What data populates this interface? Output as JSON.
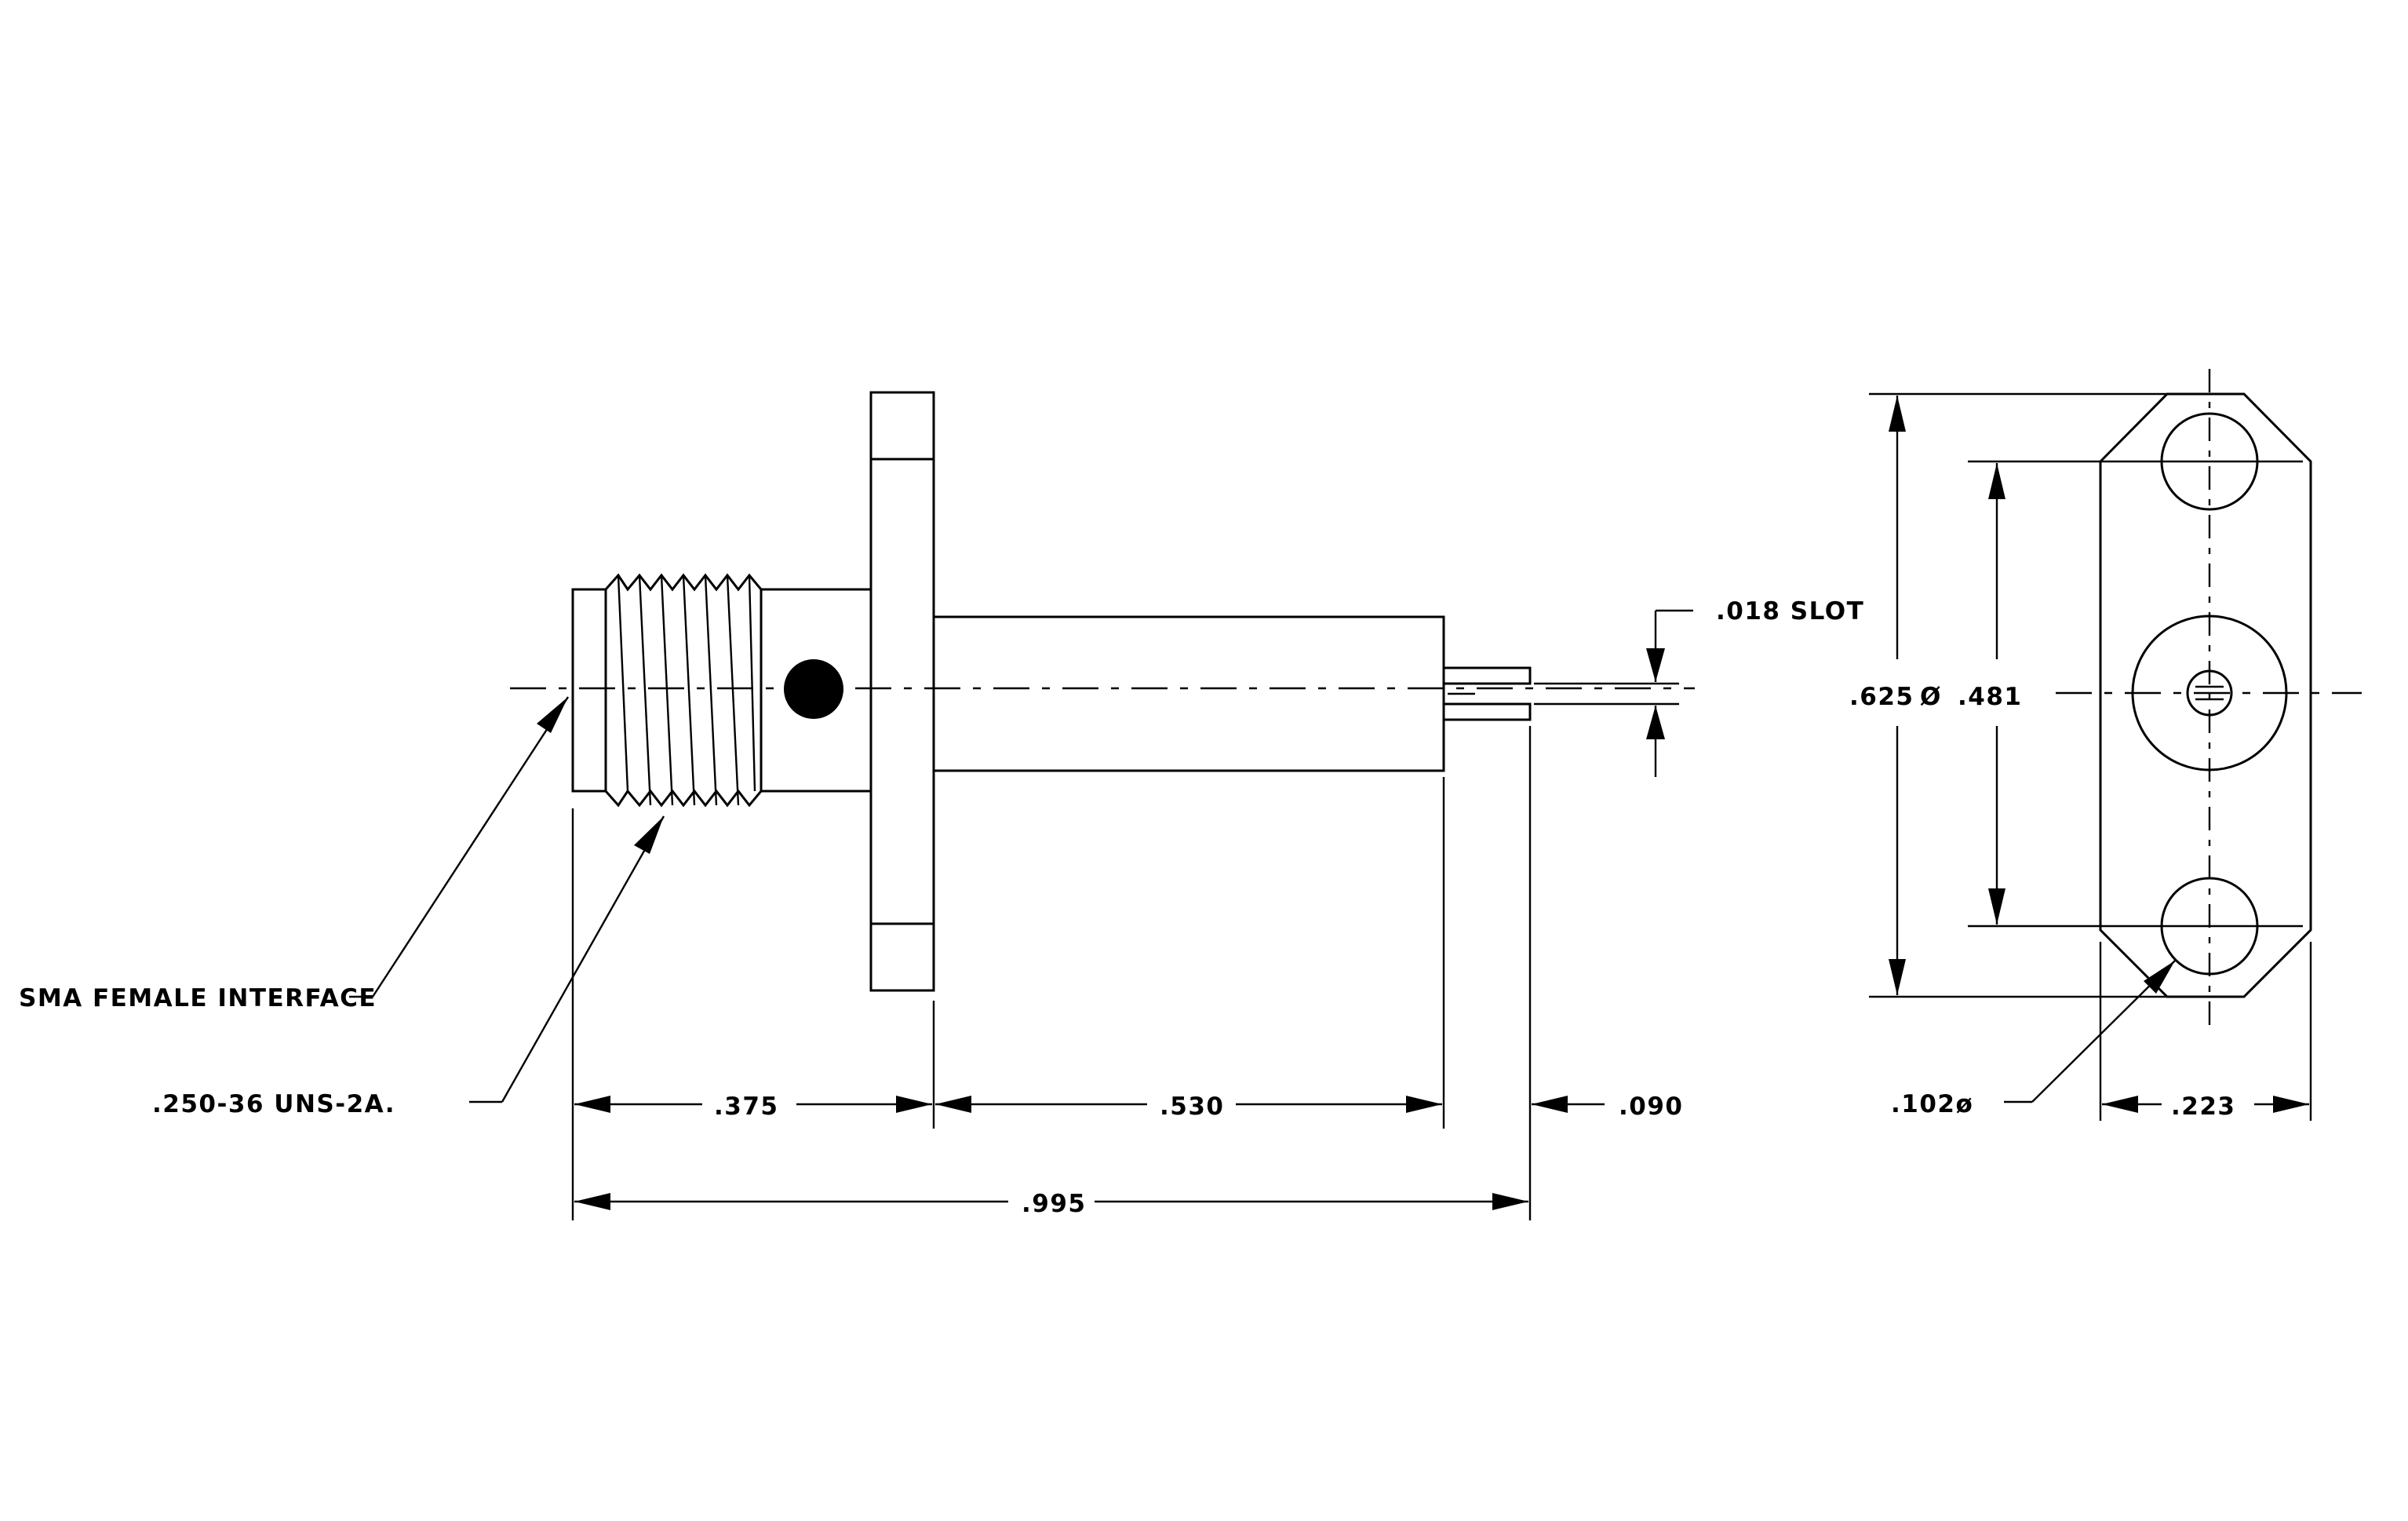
{
  "labels": {
    "sma_interface": "SMA FEMALE INTERFACE",
    "thread_spec": ".250-36 UNS-2A.",
    "slot": ".018 SLOT",
    "dim_375": ".375",
    "dim_530": ".530",
    "dim_090": ".090",
    "dim_995": ".995",
    "dim_625": ".625",
    "dia_symbol": "Ø",
    "dim_481": ".481",
    "dim_102": ".102ø",
    "dim_223": ".223"
  }
}
